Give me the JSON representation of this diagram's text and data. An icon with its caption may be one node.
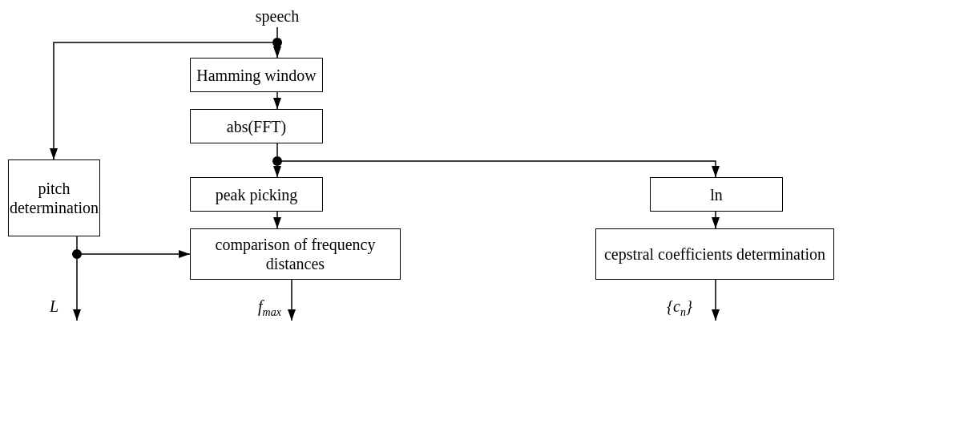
{
  "diagram": {
    "nodes": [
      {
        "text": [
          "speech"
        ]
      },
      {
        "text": [],
        "shape": "circle"
      },
      {
        "text": [
          "Hamming window"
        ]
      },
      {
        "text": [
          "abs(FFT)"
        ]
      },
      {
        "text": [],
        "shape": "circle"
      },
      {
        "text": [
          "pitch determination"
        ]
      },
      {
        "text": [
          "peak picking"
        ]
      },
      {
        "text": [
          "ln"
        ]
      },
      {
        "text": [
          "comparison of frequency distances"
        ]
      },
      {
        "text": [
          "cepstral coefficients determination"
        ]
      },
      {
        "text": [],
        "shape": "circle"
      }
    ],
    "edges": [
      {
        "from": 0,
        "to": 1,
        "arrow": "none"
      },
      {
        "from": 1,
        "to": 2,
        "arrow": "to"
      },
      {
        "from": 1,
        "to": 5,
        "arrow": "to"
      },
      {
        "from": 2,
        "to": 3,
        "arrow": "to"
      },
      {
        "from": 3,
        "to": 4,
        "arrow": "none"
      },
      {
        "from": 4,
        "to": 6,
        "arrow": "to"
      },
      {
        "from": 4,
        "to": 7,
        "arrow": "to"
      },
      {
        "from": 6,
        "to": 8,
        "arrow": "to"
      },
      {
        "from": 7,
        "to": 9,
        "arrow": "to"
      },
      {
        "from": 5,
        "to": 10,
        "arrow": "none"
      },
      {
        "from": 10,
        "to": 8,
        "arrow": "to"
      },
      {
        "from": 10,
        "to": null,
        "arrow": "to",
        "label": "L"
      },
      {
        "from": 8,
        "to": null,
        "arrow": "to",
        "label": "f$_{max}$"
      },
      {
        "from": 9,
        "to": null,
        "arrow": "to",
        "label": "{c$_{n}$}"
      }
    ]
  }
}
